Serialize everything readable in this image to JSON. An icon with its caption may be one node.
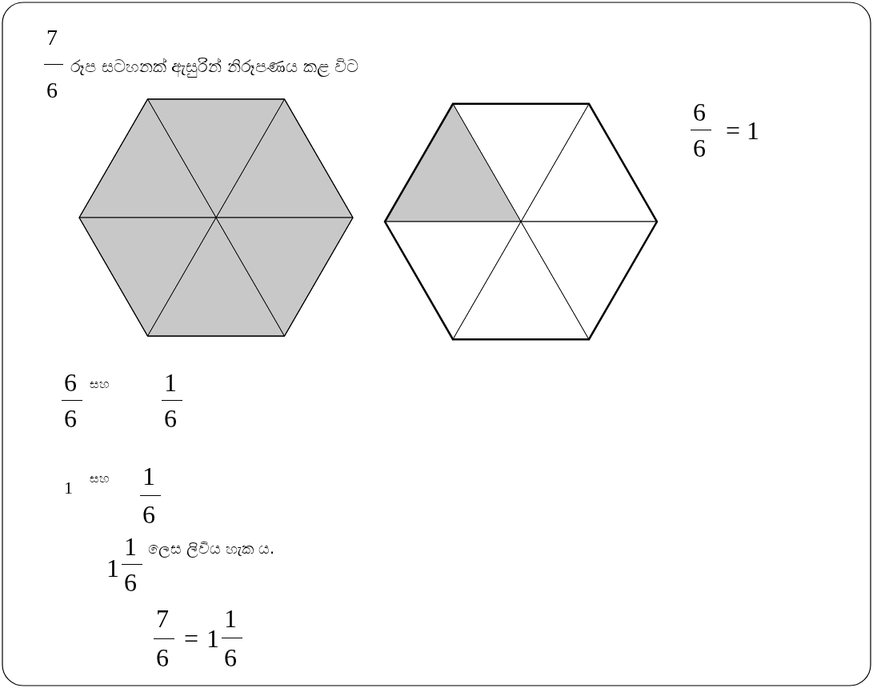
{
  "diagram": {
    "title": "රූප සටහනක් ඇසුරින් නිරූපණය කළ විට",
    "labels": [
      "7",
      "6",
      "6",
      "6",
      "= 1",
      "6",
      "6",
      "සහ",
      "1",
      "6",
      "1",
      "සහ",
      "1",
      "6",
      "1",
      "1",
      "6",
      "ලෙස ලිවිය හැක ය.",
      "7",
      "6",
      "=",
      "1",
      "1",
      "6"
    ]
  }
}
